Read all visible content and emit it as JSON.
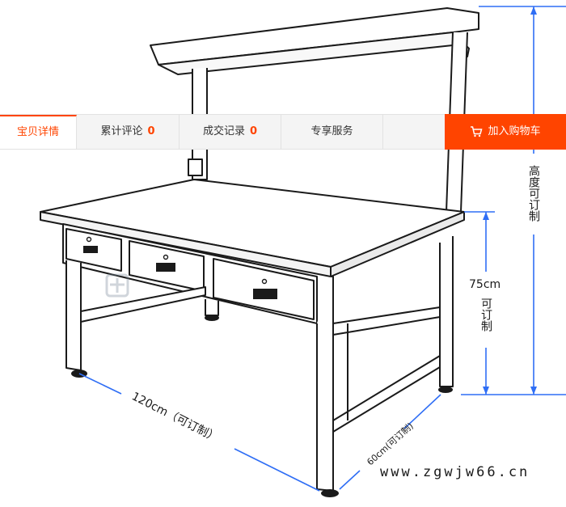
{
  "tabs": [
    {
      "label": "宝贝详情",
      "count": ""
    },
    {
      "label": "累计评论",
      "count": "0"
    },
    {
      "label": "成交记录",
      "count": "0"
    },
    {
      "label": "专享服务",
      "count": ""
    }
  ],
  "cart_button": {
    "label": "加入购物车",
    "icon": "cart-icon"
  },
  "dimensions": {
    "height": "高度可订制",
    "table_height": "75cm",
    "table_height_note": "可订制",
    "length": "120cm（可订制）",
    "depth": "60cm(可订制)"
  },
  "watermark": "www.zgwjw66.cn",
  "colors": {
    "accent": "#ff4400",
    "dimension_line": "#2f6ef5"
  }
}
